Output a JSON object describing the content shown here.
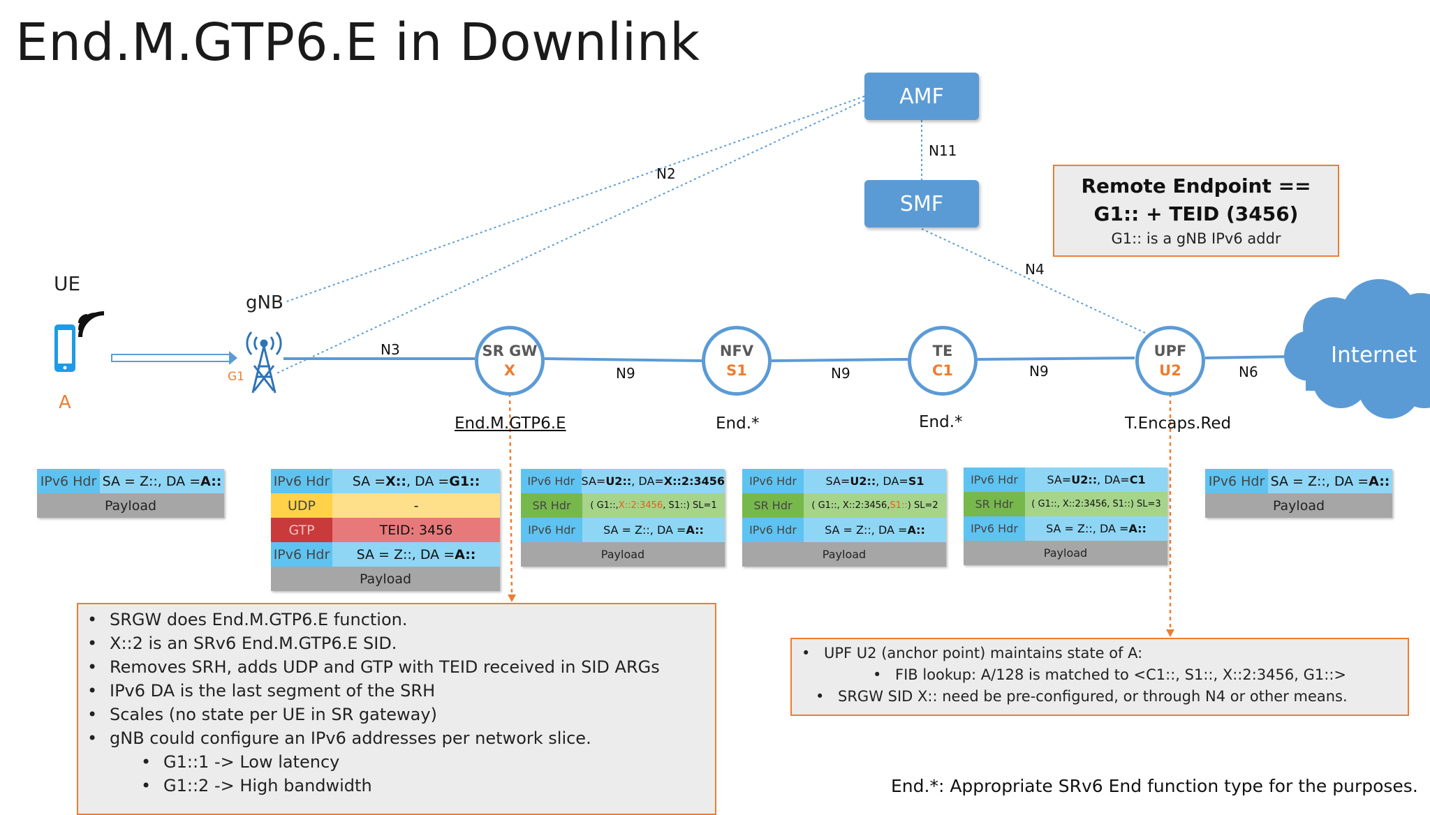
{
  "title": "End.M.GTP6.E in Downlink",
  "control": {
    "amf": "AMF",
    "smf": "SMF"
  },
  "interfaces": {
    "n2": "N2",
    "n11": "N11",
    "n4": "N4",
    "n3": "N3",
    "n9a": "N9",
    "n9b": "N9",
    "n9c": "N9",
    "n6": "N6"
  },
  "ue": {
    "label": "UE",
    "addr": "A"
  },
  "gnb": {
    "label": "gNB",
    "addr": "G1"
  },
  "internet": "Internet",
  "nodes": [
    {
      "name": "SR GW",
      "addr": "X",
      "func": "End.M.GTP6.E"
    },
    {
      "name": "NFV",
      "addr": "S1",
      "func": "End.*"
    },
    {
      "name": "TE",
      "addr": "C1",
      "func": "End.*"
    },
    {
      "name": "UPF",
      "addr": "U2",
      "func": "T.Encaps.Red"
    }
  ],
  "remote": {
    "line1": "Remote Endpoint ==",
    "line2": "G1:: + TEID (3456)",
    "line3": "G1:: is a gNB IPv6 addr"
  },
  "packets": {
    "ue": {
      "hdr": "IPv6 Hdr",
      "val_pre": "SA = Z::, DA = ",
      "val_bold": "A::",
      "payload": "Payload"
    },
    "srgw": {
      "r1k": "IPv6 Hdr",
      "r1_pre": "SA = ",
      "r1_b1": "X::",
      "r1_mid": ", DA = ",
      "r1_b2": "G1::",
      "r2k": "UDP",
      "r2v": "-",
      "r3k": "GTP",
      "r3v": "TEID: 3456",
      "r4k": "IPv6 Hdr",
      "r4_pre": "SA = Z::, DA = ",
      "r4_b": "A::",
      "payload": "Payload"
    },
    "nfv": {
      "r1k": "IPv6 Hdr",
      "r1_pre": "SA= ",
      "r1_b1": "U2::",
      "r1_mid": ", DA= ",
      "r1_b2": "X::2:3456",
      "r2k": "SR Hdr",
      "r2_pre": "( G1::, ",
      "r2_hl": "X::2:3456",
      "r2_post": ", S1::) SL=1",
      "r3k": "IPv6 Hdr",
      "r3_pre": "SA = Z::, DA = ",
      "r3_b": "A::",
      "payload": "Payload"
    },
    "te": {
      "r1k": "IPv6 Hdr",
      "r1_pre": "SA= ",
      "r1_b1": "U2::",
      "r1_mid": ", DA= ",
      "r1_b2": "S1",
      "r2k": "SR Hdr",
      "r2_pre": "( G1::, X::2:3456, ",
      "r2_hl": "S1::",
      "r2_post": ") SL=2",
      "r3k": "IPv6 Hdr",
      "r3_pre": "SA = Z::, DA = ",
      "r3_b": "A::",
      "payload": "Payload"
    },
    "upf": {
      "r1k": "IPv6 Hdr",
      "r1_pre": "SA= ",
      "r1_b1": "U2::",
      "r1_mid": ", DA= ",
      "r1_b2": "C1",
      "r2k": "SR Hdr",
      "r2v": "( G1::, X::2:3456, S1::) SL=3",
      "r3k": "IPv6 Hdr",
      "r3_pre": "SA = Z::, DA = ",
      "r3_b": "A::",
      "payload": "Payload"
    },
    "inet": {
      "hdr": "IPv6 Hdr",
      "val_pre": "SA = Z::, DA = ",
      "val_bold": "A::",
      "payload": "Payload"
    }
  },
  "notes_left": {
    "items": [
      "SRGW does End.M.GTP6.E function.",
      "X::2 is an SRv6 End.M.GTP6.E SID.",
      "Removes SRH, adds UDP and GTP with TEID received in SID ARGs",
      "IPv6 DA is the last segment of the SRH",
      "Scales (no state per UE in SR gateway)",
      "gNB could configure an IPv6 addresses per network slice."
    ],
    "sub": [
      "G1::1 -> Low latency",
      "G1::2 -> High bandwidth"
    ]
  },
  "notes_right": {
    "item1": "UPF U2 (anchor point) maintains state of A:",
    "sub1": "FIB lookup: A/128 is matched to <C1::, S1::, X::2:3456, G1::>",
    "item2": "SRGW SID X:: need be pre-configured, or through N4 or other means."
  },
  "footnote": "End.*: Appropriate SRv6 End function type for the purposes.",
  "bullet": "•",
  "colors": {
    "node_border": "#5b9bd5",
    "accent": "#ed7d31",
    "box5g": "#5b9bd5"
  }
}
